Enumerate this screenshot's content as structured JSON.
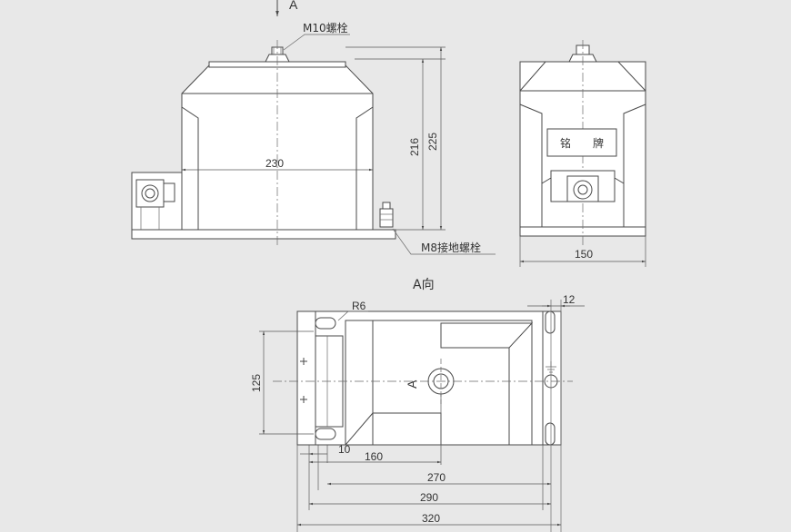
{
  "view_arrow_label": "A",
  "view_title": "A向",
  "front_view": {
    "bolt_label": "M10螺栓",
    "ground_bolt_label": "M8接地螺栓",
    "width_dim": "230",
    "height_dim_inner": "216",
    "height_dim_outer": "225"
  },
  "side_view": {
    "nameplate": [
      "铭",
      "牌"
    ],
    "width_dim": "150"
  },
  "top_view": {
    "radius_label": "R6",
    "slot_dim": "12",
    "height_dim": "125",
    "section_label": "A",
    "dims": [
      "10",
      "160",
      "270",
      "290",
      "320"
    ]
  }
}
